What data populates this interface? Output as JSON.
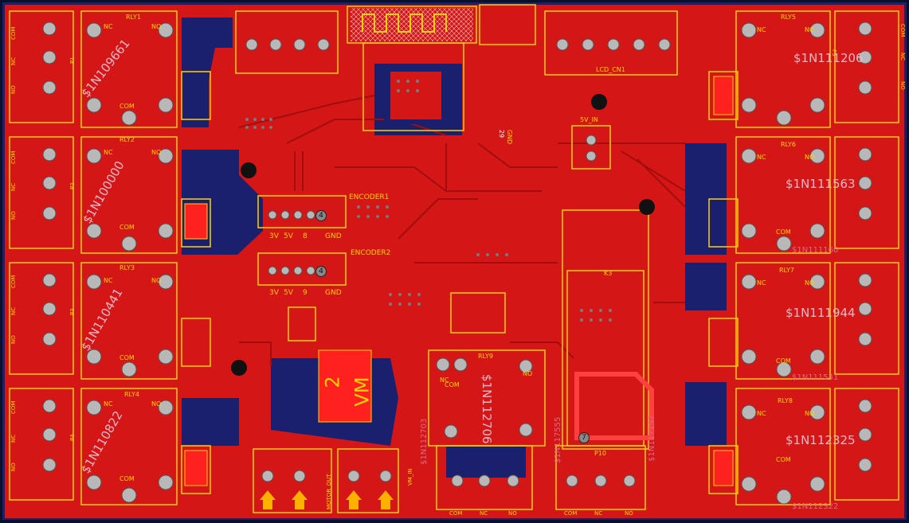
{
  "colors": {
    "copper": "#d41616",
    "silk": "#ffd400",
    "pad": "#b8b8b8",
    "board": "#1a1f6e",
    "trace": "#a40d0d"
  },
  "relays": [
    {
      "ref": "RLY1",
      "net": "$1N109661",
      "nc": "NC",
      "no": "NO",
      "com": "COM"
    },
    {
      "ref": "RLY2",
      "net": "$1N100000",
      "nc": "NC",
      "no": "NO",
      "com": "COM"
    },
    {
      "ref": "RLY3",
      "net": "$1N110441",
      "nc": "NC",
      "no": "NO",
      "com": "COM"
    },
    {
      "ref": "RLY4",
      "net": "$1N110822",
      "nc": "NC",
      "no": "NO",
      "com": "COM"
    },
    {
      "ref": "RLY5",
      "net": "$1N111206",
      "nc": "NC",
      "no": "NO",
      "com": "COM"
    },
    {
      "ref": "RLY6",
      "net": "$1N111563",
      "nc": "NC",
      "no": "NO",
      "com": "COM"
    },
    {
      "ref": "RLY7",
      "net": "$1N111944",
      "nc": "NC",
      "no": "NO",
      "com": "COM"
    },
    {
      "ref": "RLY8",
      "net": "$1N112325",
      "nc": "NC",
      "no": "NO",
      "com": "COM"
    },
    {
      "ref": "RLY9",
      "net": "$1N112706",
      "nc": "NC",
      "no": "NO",
      "com": "COM"
    }
  ],
  "connectors": {
    "p1": "P1",
    "p2": "P2",
    "p3": "P3",
    "p4": "P4",
    "p5": "P5",
    "p10": "P10",
    "k3": "K3",
    "lcd": "LCD_CN1",
    "pwr": "5V_IN",
    "enc1": "ENCODER1",
    "enc2": "ENCODER2",
    "motor_out": "MOTOR_OUT",
    "vm_in": "VM_IN"
  },
  "terminal_labels": {
    "com": "COM",
    "nc": "NC",
    "no": "NO"
  },
  "encoder_pins": {
    "a": "3V",
    "b": "5V",
    "c1": "8",
    "c2": "9",
    "d": "GND"
  },
  "extra_nets": {
    "n1": "$1N111160",
    "n2": "$1N111541",
    "n3": "$1N112322",
    "n4": "$1N112703",
    "n5": "$1N117157",
    "n6": "$1N117555"
  },
  "ic_label": "2\nVM",
  "gnd_label": "GND",
  "mark_29": "29",
  "mark_4": "4",
  "mark_7": "7"
}
